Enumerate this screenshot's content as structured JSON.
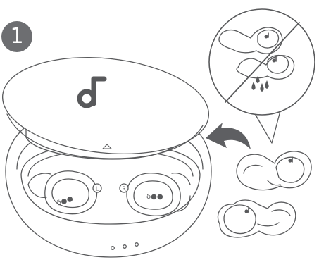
{
  "step": {
    "number": "1"
  },
  "earbuds_case": {
    "left_marker": "L",
    "right_marker": "R",
    "led_count": 3
  },
  "colors": {
    "line": "#58595b",
    "fill": "#ffffff",
    "logo": "#58595b",
    "badge": "#6d6e71",
    "drop": "#58595b",
    "arrow": "#5e5f62"
  }
}
